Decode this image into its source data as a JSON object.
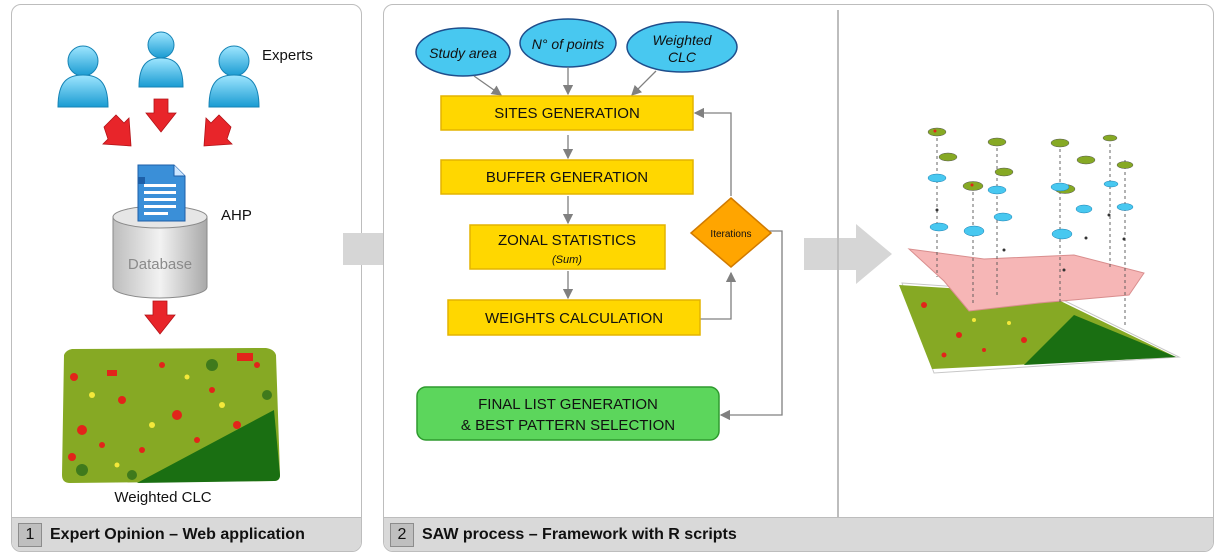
{
  "panel1": {
    "experts_label": "Experts",
    "ahp_label": "AHP",
    "database_label": "Database",
    "weighted_clc_label": "Weighted CLC",
    "footer_number": "1",
    "footer_title": "Expert Opinion – Web application"
  },
  "panel2": {
    "inputs": [
      "Study area",
      "N° of points",
      "Weighted",
      "CLC"
    ],
    "sites_generation": "SITES GENERATION",
    "buffer_generation": "BUFFER GENERATION",
    "zonal_statistics": "ZONAL STATISTICS",
    "zonal_sum": "(Sum)",
    "weights_calculation": "WEIGHTS CALCULATION",
    "iterations": "Iterations",
    "final_line1": "FINAL LIST GENERATION",
    "final_line2": "& BEST PATTERN SELECTION",
    "footer_number": "2",
    "footer_title": "SAW process – Framework with R scripts"
  },
  "colors": {
    "process_box": "#ffd700",
    "process_border": "#e3b400",
    "input_ellipse": "#48c8f0",
    "decision": "#ffa500",
    "final_box": "#5cd65c",
    "arrow_red": "#e8252a",
    "big_arrow": "#d6d6d6"
  }
}
